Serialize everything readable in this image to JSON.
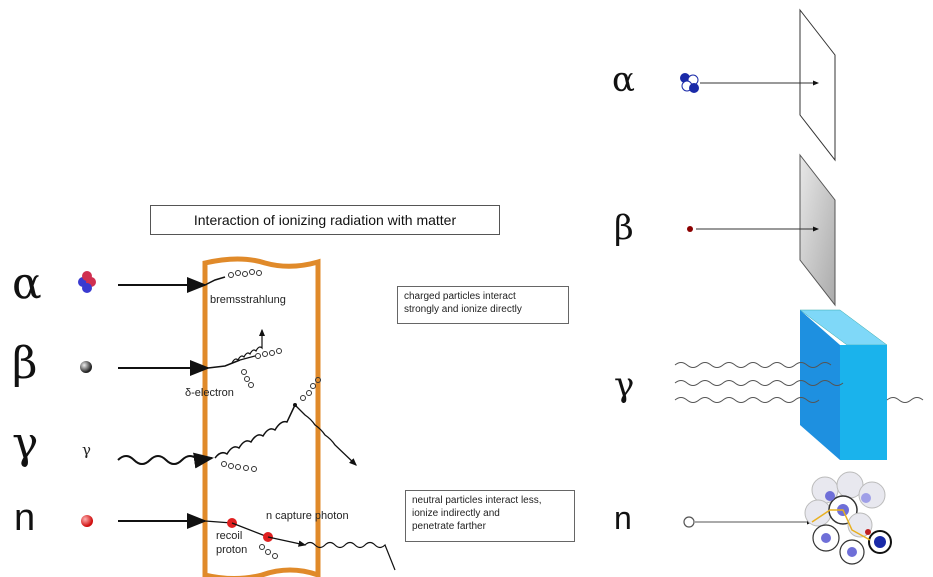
{
  "title": "Interaction of ionizing radiation with matter",
  "notes": {
    "charged": [
      "charged particles interact",
      "strongly and ionize directly"
    ],
    "neutral": [
      "neutral particles interact less,",
      "ionize indirectly and",
      "penetrate farther"
    ]
  },
  "labels": {
    "bremsstrahlung": "bremsstrahlung",
    "delta_electron": "δ-electron",
    "gamma_small": "γ",
    "n_capture": "n capture photon",
    "recoil_1": "recoil",
    "recoil_2": "proton"
  },
  "left_symbols": [
    "α",
    "β",
    "γ",
    "n"
  ],
  "right_symbols": [
    "α",
    "β",
    "γ",
    "n"
  ],
  "colors": {
    "frame_orange": "#e08a2a",
    "block_blue": "#1ab3ec",
    "neutron_red": "#e02020"
  }
}
